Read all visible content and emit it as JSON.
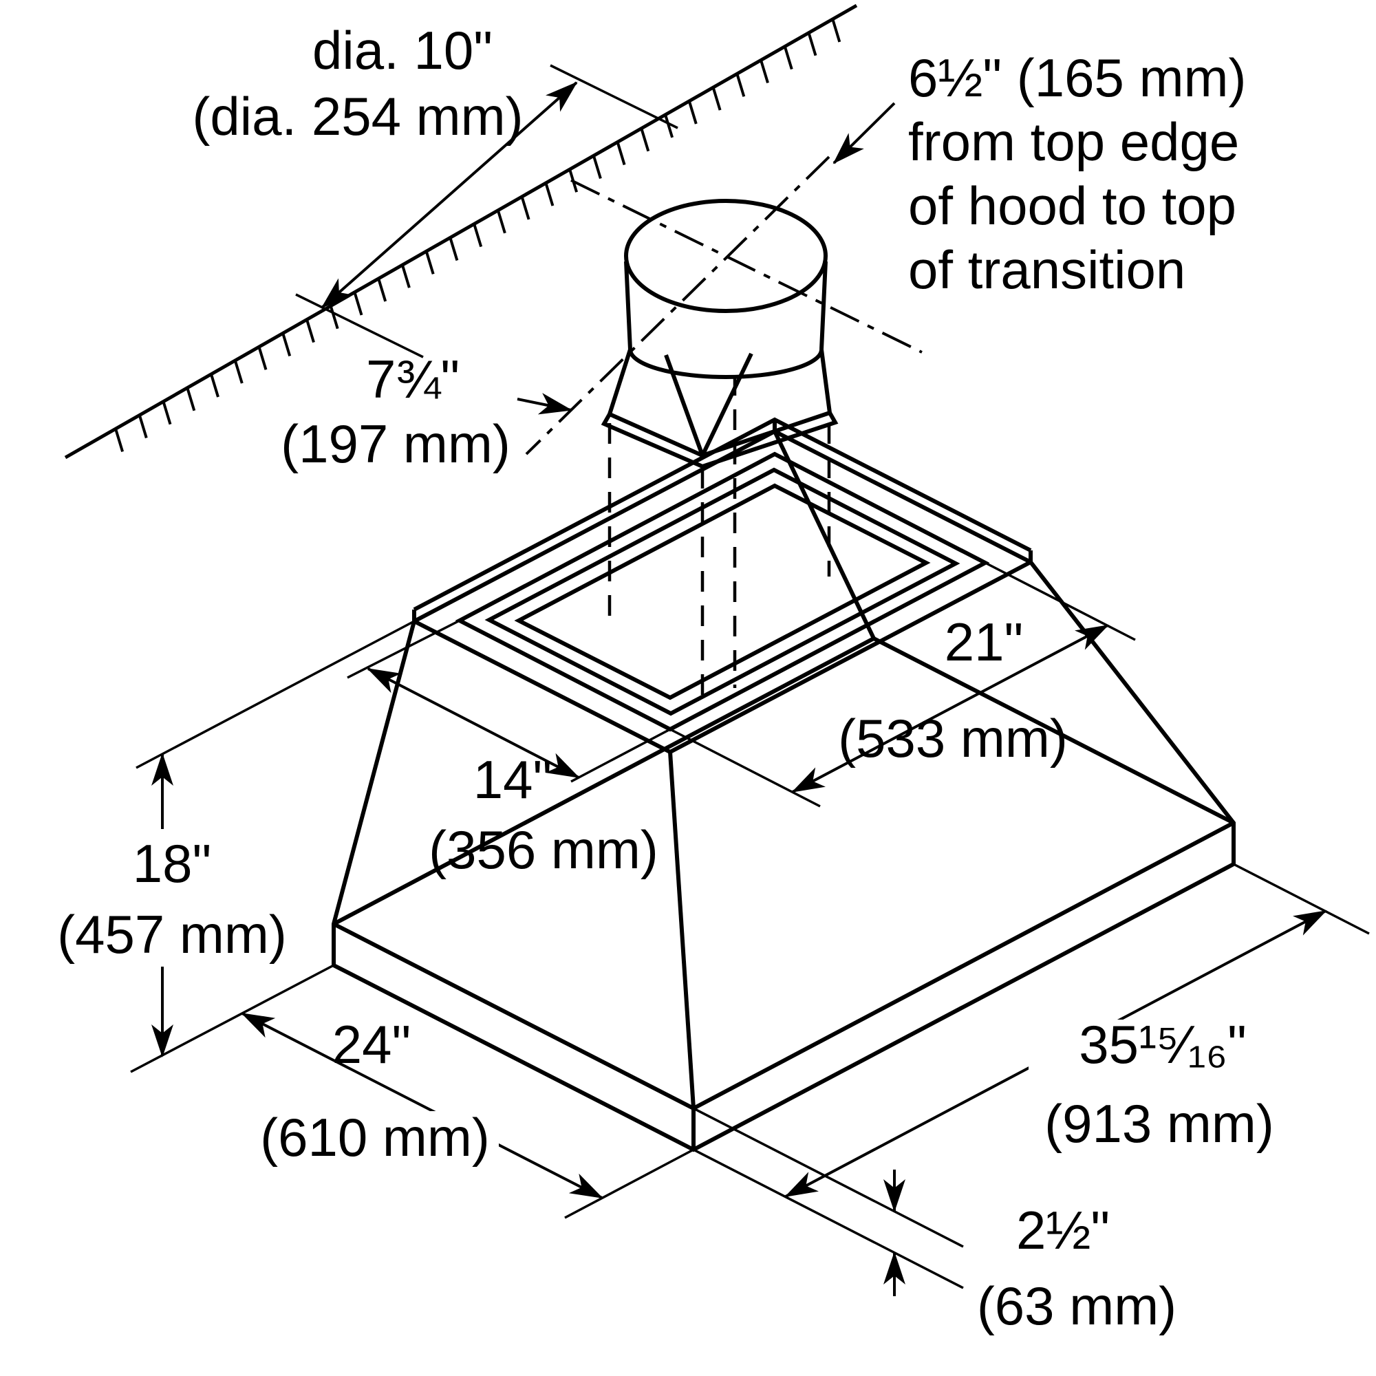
{
  "title": "Range hood dimension diagram",
  "diagram": {
    "dimensions": {
      "duct_diameter": {
        "in": "dia. 10\"",
        "mm": "(dia. 254 mm)"
      },
      "duct_setback": {
        "in": "7¾\"",
        "mm": "(197 mm)"
      },
      "opening_length": {
        "in": "21\"",
        "mm": "(533 mm)"
      },
      "opening_width": {
        "in": "14\"",
        "mm": "(356 mm)"
      },
      "hood_height": {
        "in": "18\"",
        "mm": "(457 mm)"
      },
      "hood_depth": {
        "in": "24\"",
        "mm": "(610 mm)"
      },
      "hood_width": {
        "in": "35¹⁵⁄₁₆\"",
        "mm": "(913 mm)"
      },
      "base_band_height": {
        "in": "2½\"",
        "mm": "(63 mm)"
      }
    },
    "note": {
      "line1": "6½\" (165 mm)",
      "line2": "from top edge",
      "line3": "of hood to top",
      "line4": "of transition"
    },
    "colors": {
      "line": "#000000",
      "background": "#ffffff"
    }
  }
}
